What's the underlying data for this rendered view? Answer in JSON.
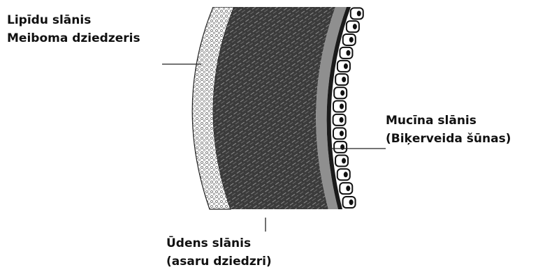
{
  "labels": {
    "lipid_line1": "Lipīdu slānis",
    "lipid_line2": "Meiboma dziedzeris",
    "mucin_line1": "Mucīna slānis",
    "mucin_line2": "(Biķerveida šūnas)",
    "aqueous_line1": "Ūdens slānis",
    "aqueous_line2": "(asaru dziedzri)"
  }
}
